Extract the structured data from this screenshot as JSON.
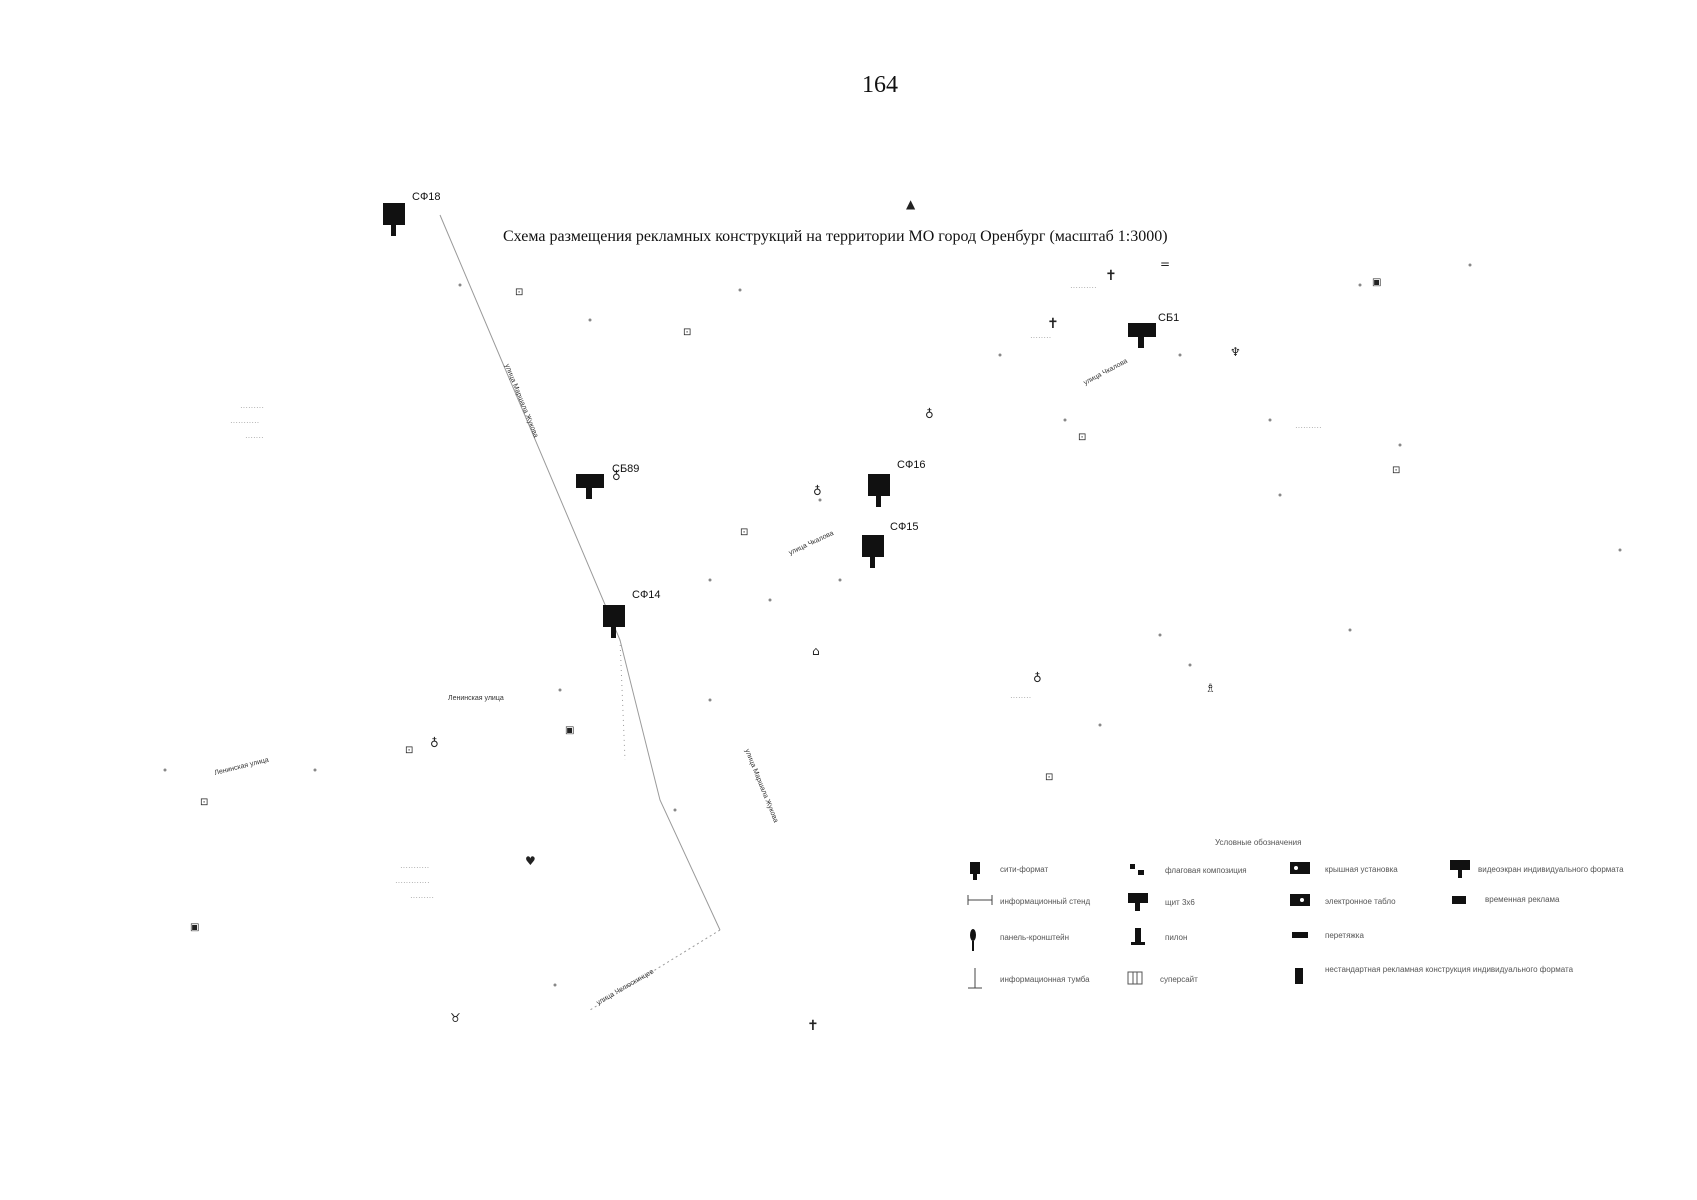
{
  "page_number": "164",
  "map_title": "Схема размещения рекламных конструкций на территории МО город Оренбург (масштаб 1:3000)",
  "colors": {
    "sign": "#111111",
    "road": "#9a9a9a",
    "faint": "#bbbbbb"
  },
  "signs": [
    {
      "id": "СФ18",
      "type": "city-format"
    },
    {
      "id": "СБ89",
      "type": "billboard"
    },
    {
      "id": "СФ16",
      "type": "city-format"
    },
    {
      "id": "СФ15",
      "type": "city-format"
    },
    {
      "id": "СФ14",
      "type": "city-format"
    },
    {
      "id": "СБ1",
      "type": "billboard"
    }
  ],
  "streets": [
    "улица Маршала Жукова",
    "улица Маршала Жукова",
    "Ленинская улица",
    "Ленинская улица",
    "улица Чкалова",
    "улица Чкалова",
    "улица Челюскинцев"
  ],
  "legend": {
    "title": "Условные обозначения",
    "items": [
      {
        "icon": "city-format-icon",
        "label": "сити-формат"
      },
      {
        "icon": "flag-icon",
        "label": "флаговая композиция"
      },
      {
        "icon": "roof-installation-icon",
        "label": "крышная установка"
      },
      {
        "icon": "video-screen-icon",
        "label": "видеоэкран индивидуального формата"
      },
      {
        "icon": "info-stand-icon",
        "label": "информационный стенд"
      },
      {
        "icon": "billboard-icon",
        "label": "щит 3х6"
      },
      {
        "icon": "roof-complex-icon",
        "label": "электронное табло"
      },
      {
        "icon": "temporary-icon",
        "label": "временная реклама"
      },
      {
        "icon": "pole-panel-icon",
        "label": "панель-кронштейн"
      },
      {
        "icon": "pylon-icon",
        "label": "пилон"
      },
      {
        "icon": "stretch-icon",
        "label": "перетяжка"
      },
      {
        "icon": "column-icon",
        "label": "информационная тумба"
      },
      {
        "icon": "supersite-icon",
        "label": "суперсайт"
      },
      {
        "icon": "non-standard-icon",
        "label": "нестандартная рекламная конструкция индивидуального формата"
      }
    ]
  }
}
